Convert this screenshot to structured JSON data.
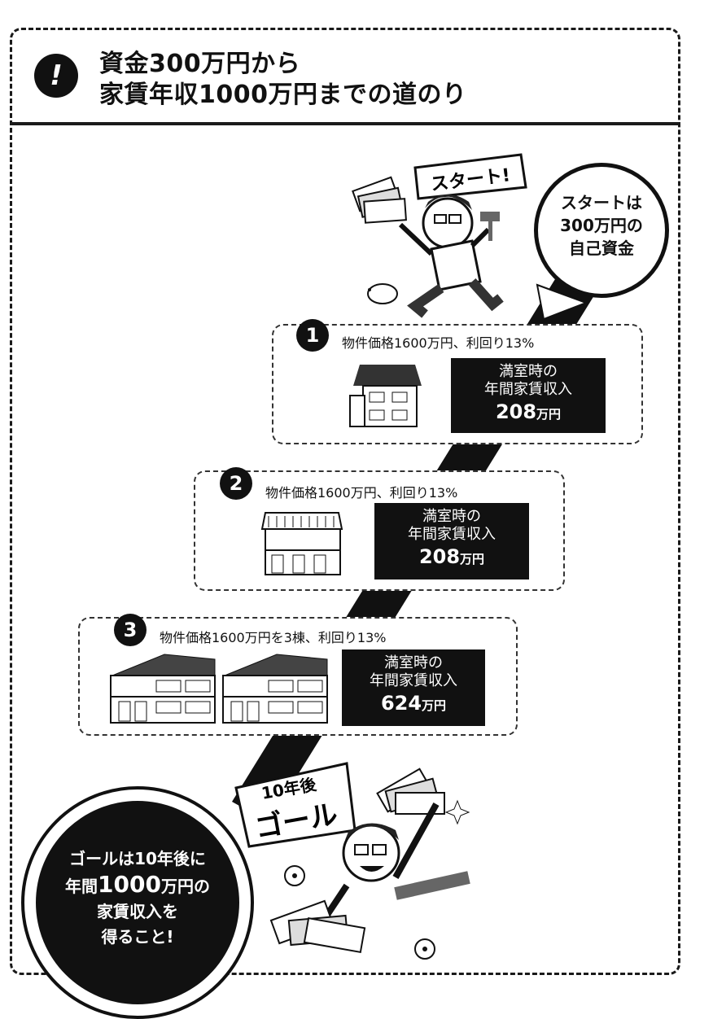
{
  "header": {
    "icon": "exclamation-icon",
    "icon_glyph": "!",
    "title_line1": "資金300万円から",
    "title_line2": "家賃年収1000万円までの道のり"
  },
  "start": {
    "sign": "スタート!",
    "bubble_line1": "スタートは",
    "bubble_line2": "300万円の",
    "bubble_line3": "自己資金"
  },
  "steps": [
    {
      "number": "1",
      "condition": "物件価格1600万円、利回り13%",
      "income_line1": "満室時の",
      "income_line2": "年間家賃収入",
      "income_value": "208",
      "income_unit": "万円"
    },
    {
      "number": "2",
      "condition": "物件価格1600万円、利回り13%",
      "income_line1": "満室時の",
      "income_line2": "年間家賃収入",
      "income_value": "208",
      "income_unit": "万円"
    },
    {
      "number": "3",
      "condition": "物件価格1600万円を3棟、利回り13%",
      "income_line1": "満室時の",
      "income_line2": "年間家賃収入",
      "income_value": "624",
      "income_unit": "万円"
    }
  ],
  "goal": {
    "sign_line1": "10年後",
    "sign_line2": "ゴール",
    "bubble_line1": "ゴールは10年後に",
    "bubble_line2_a": "年間",
    "bubble_line2_num": "1000",
    "bubble_line2_b": "万円の",
    "bubble_line3": "家賃収入を",
    "bubble_line4": "得ること!"
  }
}
